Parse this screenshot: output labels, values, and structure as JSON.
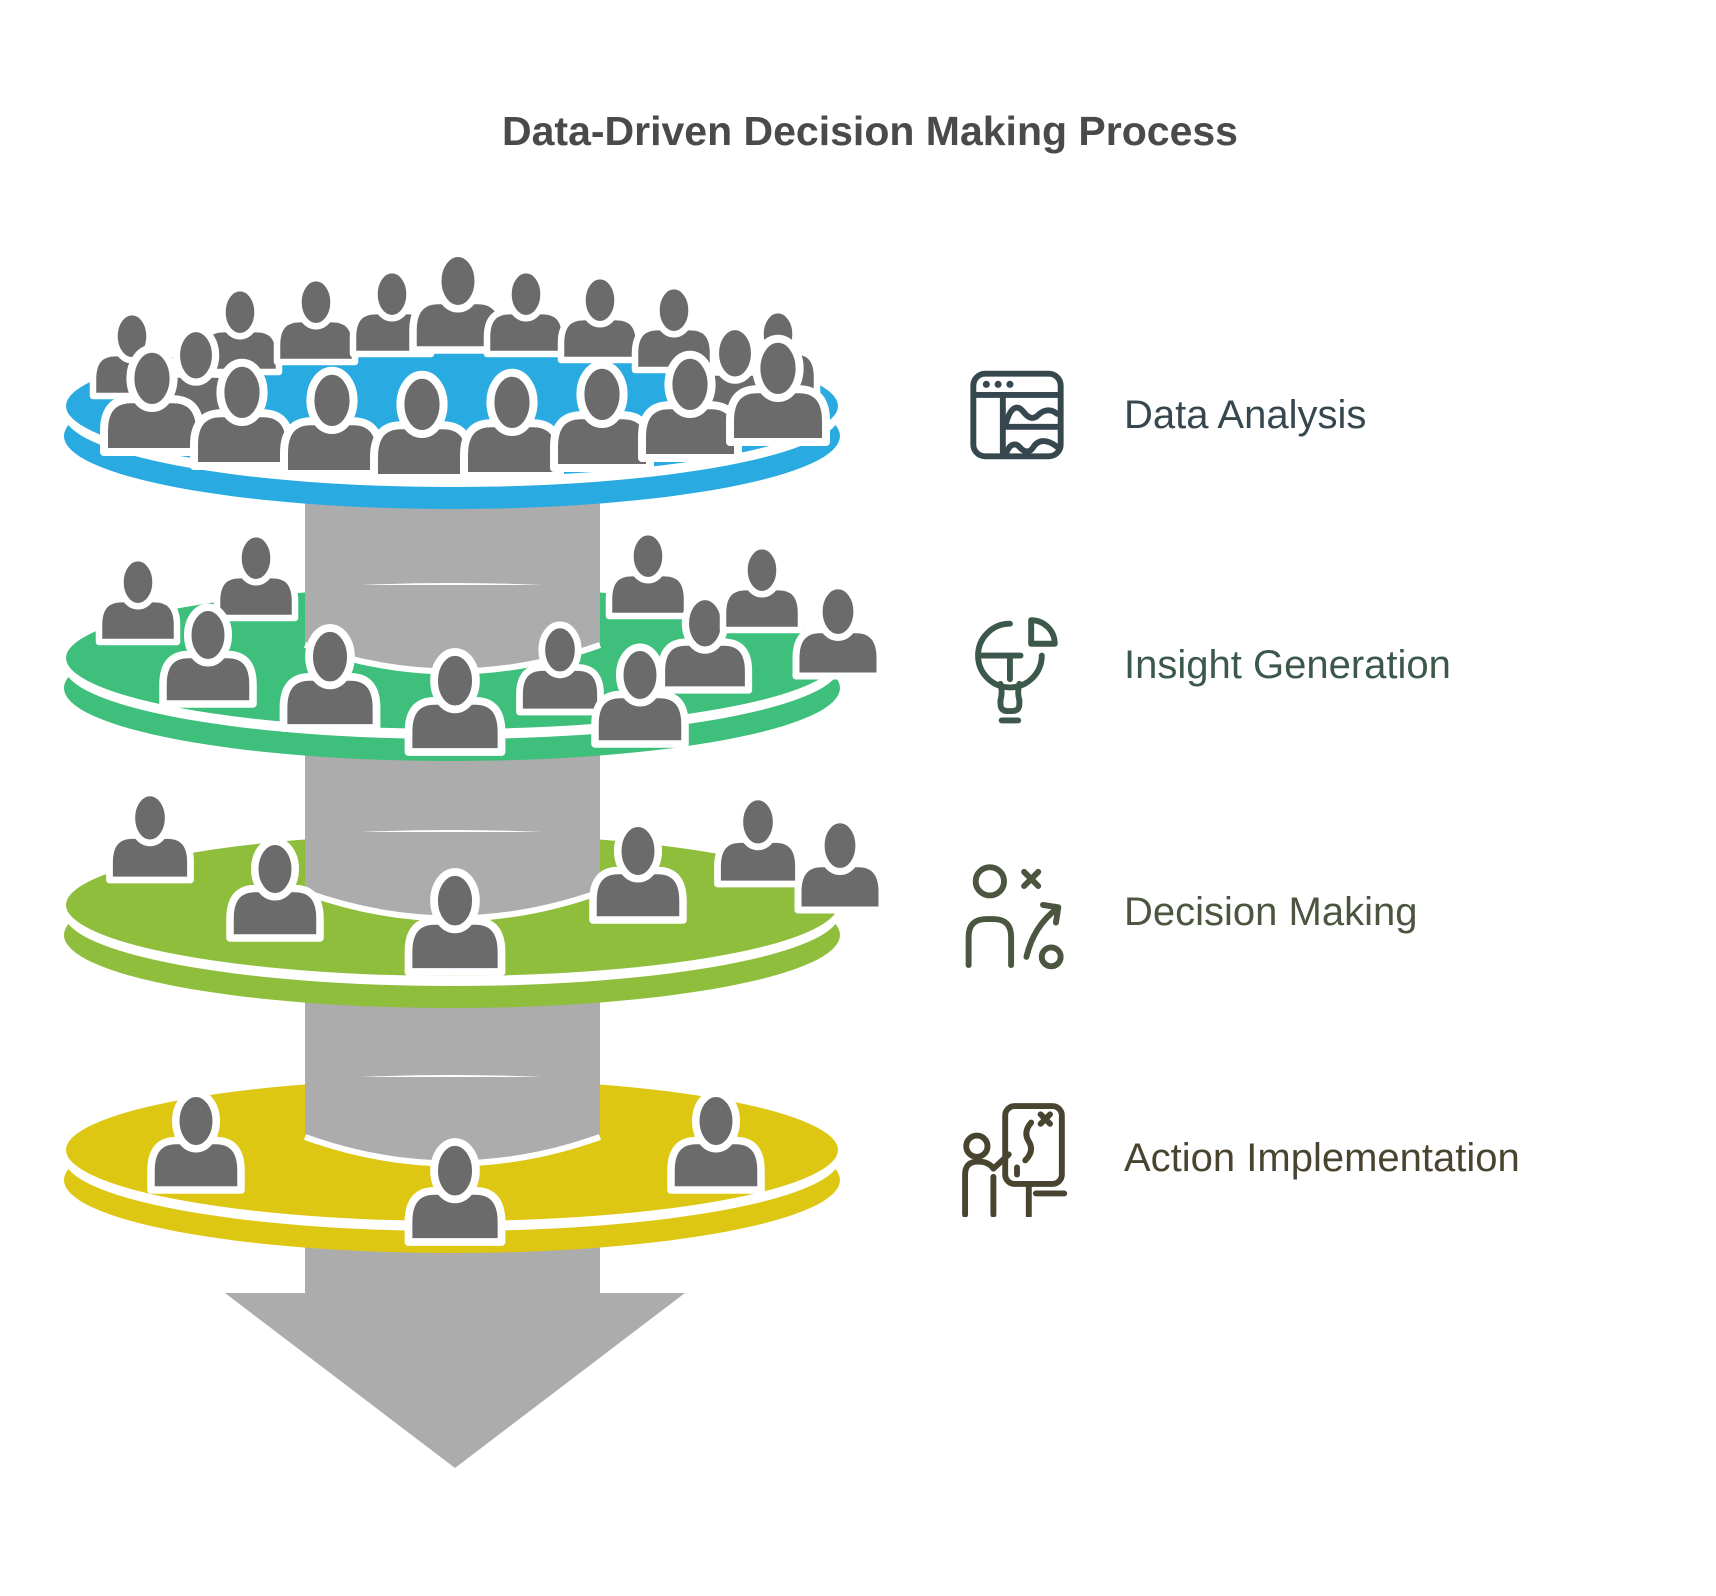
{
  "title": "Data-Driven Decision Making Process",
  "title_color": "#4a4a4a",
  "legend": {
    "items": [
      {
        "label": "Data Analysis",
        "icon": "analytics-browser-icon",
        "color": "#36474f"
      },
      {
        "label": "Insight Generation",
        "icon": "insight-bulb-pie-icon",
        "color": "#3c584b"
      },
      {
        "label": "Decision Making",
        "icon": "strategy-person-icon",
        "color": "#4c5540"
      },
      {
        "label": "Action Implementation",
        "icon": "presentation-board-icon",
        "color": "#494430"
      }
    ]
  },
  "funnel": {
    "direction": "down",
    "arrow_color": "#acacac",
    "person_color": "#6b6b6b",
    "layers": [
      {
        "name": "data-analysis-layer",
        "color": "#29abe2",
        "people": 19
      },
      {
        "name": "insight-generation-layer",
        "color": "#3ec07c",
        "people": 11
      },
      {
        "name": "decision-making-layer",
        "color": "#8fbe3c",
        "people": 6
      },
      {
        "name": "action-implementation-layer",
        "color": "#ddc713",
        "people": 3
      }
    ]
  }
}
